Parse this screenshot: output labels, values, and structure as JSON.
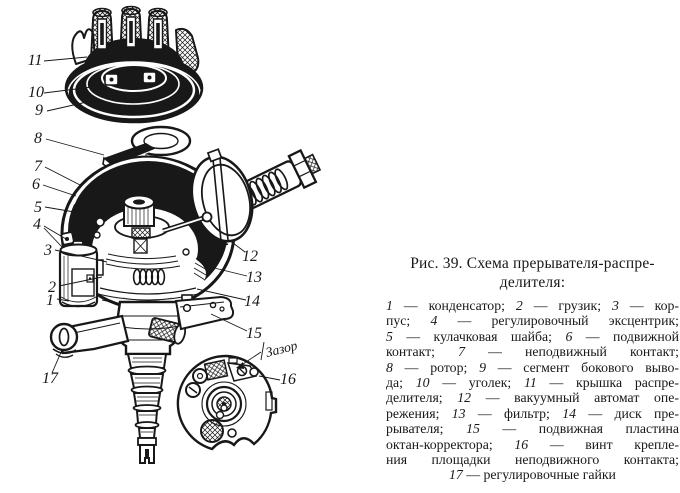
{
  "figure": {
    "callouts": [
      {
        "label": "1"
      },
      {
        "label": "2"
      },
      {
        "label": "3"
      },
      {
        "label": "4"
      },
      {
        "label": "5"
      },
      {
        "label": "6"
      },
      {
        "label": "7"
      },
      {
        "label": "8"
      },
      {
        "label": "9"
      },
      {
        "label": "10"
      },
      {
        "label": "11"
      },
      {
        "label": "12"
      },
      {
        "label": "13"
      },
      {
        "label": "14"
      },
      {
        "label": "15"
      },
      {
        "label": "16"
      },
      {
        "label": "17"
      }
    ],
    "gap_label": "Зазор"
  },
  "caption": {
    "title_lines": [
      "Рис. 39. Схема прерывателя-распре-",
      "делителя:"
    ],
    "lines": [
      "1 — конденсатор; 2 — грузик; 3 — кор-",
      "пус; 4 — регулировочный эксцентрик;",
      "5 — кулачковая шайба; 6 — подвижной",
      "контакт; 7 — неподвижный контакт;",
      "8 — ротор; 9 — сегмент бокового выво-",
      "да; 10 — уголек; 11 — крышка распре-",
      "делителя; 12 — вакуумный автомат опе-",
      "режения; 13 — фильтр; 14 — диск пре-",
      "рывателя; 15 — подвижная пластина",
      "октан-корректора; 16 — винт крепле-",
      "ния площадки неподвижного контакта;",
      "17 — регулировочные гайки"
    ]
  },
  "colors": {
    "ink": "#181818",
    "paper": "#ffffff"
  }
}
